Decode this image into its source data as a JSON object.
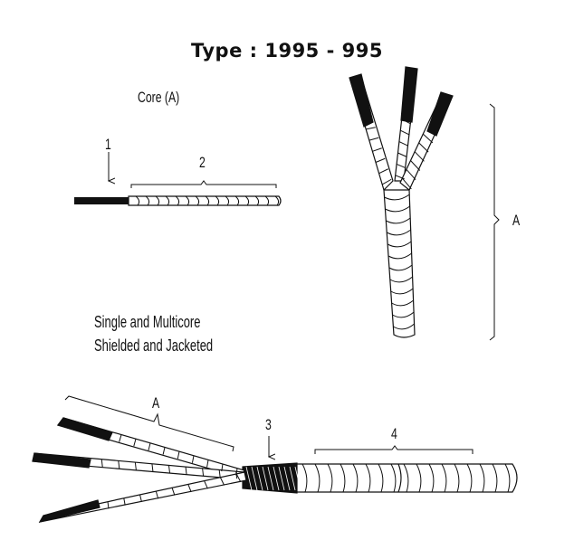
{
  "title": "Type : 1995 - 995",
  "labels": {
    "core": "Core (A)",
    "callout_1": "1",
    "callout_2": "2",
    "callout_3": "3",
    "callout_4": "4",
    "dim_a_vertical": "A",
    "dim_a_bottom": "A"
  },
  "description": {
    "line1": "Single and Multicore",
    "line2": "Shielded and Jacketed"
  },
  "colors": {
    "ink": "#111111",
    "background": "#ffffff"
  }
}
